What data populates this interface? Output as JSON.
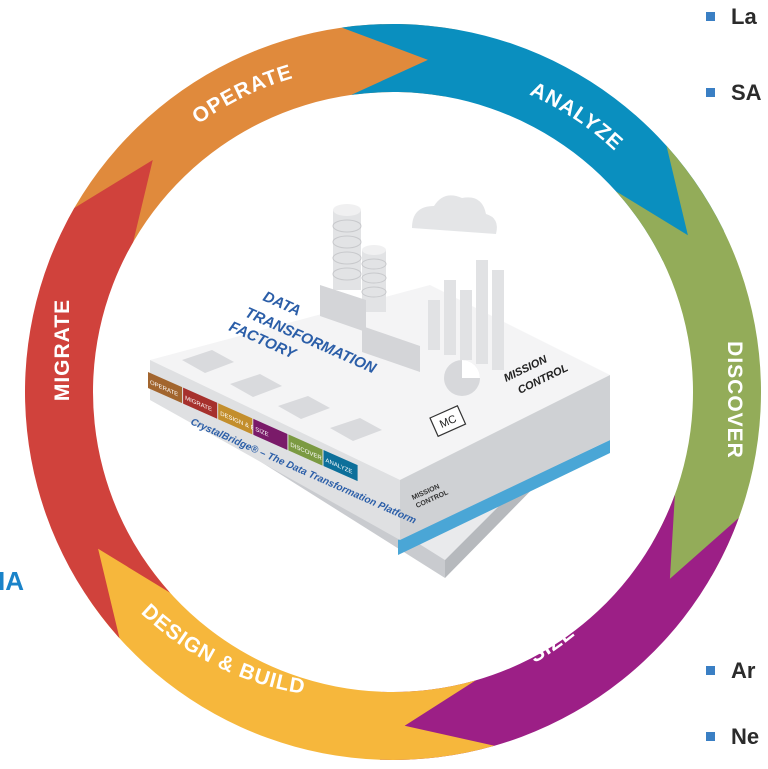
{
  "cycle": {
    "segments": [
      {
        "label": "OPERATE",
        "color": "#e08a3c"
      },
      {
        "label": "ANALYZE",
        "color": "#0a8fbf"
      },
      {
        "label": "DISCOVER",
        "color": "#93ac59"
      },
      {
        "label": "SIZE",
        "color": "#9c1f86"
      },
      {
        "label": "DESIGN & BUILD",
        "color": "#f6b73c"
      },
      {
        "label": "MIGRATE",
        "color": "#d0423c"
      }
    ]
  },
  "factory": {
    "title_lines": [
      "DATA",
      "TRANSFORMATION",
      "FACTORY"
    ],
    "mission_control_lines": [
      "MISSION",
      "CONTROL"
    ],
    "mc_badge": "MC",
    "platform_caption": "CrystalBridge® – The Data Transformation Platform",
    "strip_labels": [
      {
        "label": "OPERATE",
        "color": "#a2652e"
      },
      {
        "label": "MIGRATE",
        "color": "#a6302c"
      },
      {
        "label": "DESIGN & BUILD",
        "color": "#c38e2c"
      },
      {
        "label": "SIZE",
        "color": "#7a1a69"
      },
      {
        "label": "DISCOVER",
        "color": "#7b9a42"
      },
      {
        "label": "ANALYZE",
        "color": "#0c6f9a"
      }
    ],
    "side_labels": [
      "MISSION",
      "CONTROL"
    ]
  },
  "side_list": {
    "top": [
      "La",
      "SA"
    ],
    "bottom": [
      "Ar",
      "Ne"
    ]
  },
  "left_fragment": "IA",
  "colors": {
    "bullet": "#3a7fc4",
    "left_fragment": "#1a83c9"
  }
}
